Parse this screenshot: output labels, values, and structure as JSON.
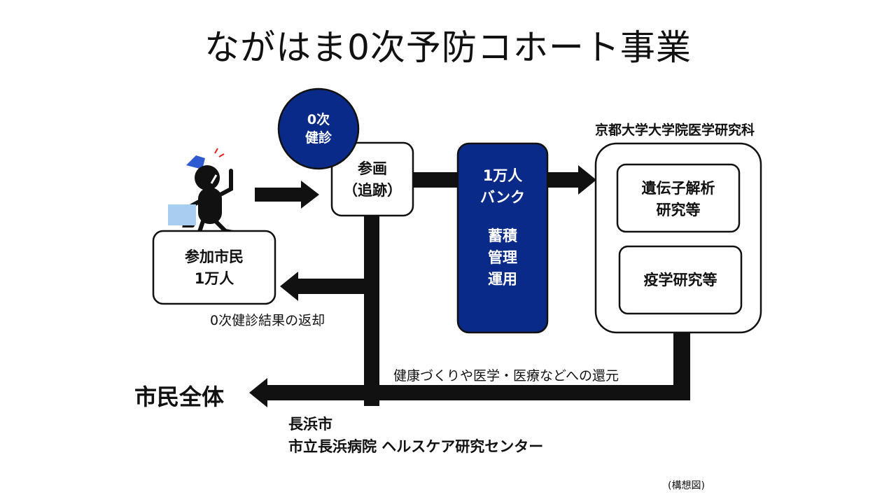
{
  "title": "ながはま0次予防コホート事業",
  "badge": {
    "line1": "0次",
    "line2": "健診"
  },
  "sanka": {
    "line1": "参画",
    "line2": "（追跡）"
  },
  "citizens": {
    "line1": "参加市民",
    "line2": "1万人"
  },
  "bank": {
    "line1": "1万人",
    "line2": "バンク",
    "line3": "蓄積",
    "line4": "管理",
    "line5": "運用"
  },
  "kyoto": {
    "heading": "京都大学大学院医学研究科",
    "item1_line1": "遺伝子解析",
    "item1_line2": "研究等",
    "item2": "疫学研究等"
  },
  "return_label": "0次健診結果の返却",
  "contribution_label": "健康づくりや医学・医療などへの還元",
  "whole_city": "市民全体",
  "org": {
    "line1": "長浜市",
    "line2": "市立長浜病院  ヘルスケア研究センター"
  },
  "note": "(構想図)",
  "colors": {
    "navy": "#0a2a8a",
    "black": "#111111",
    "figure_accent": "#2f5bd0",
    "bag": "#a9cdf0"
  },
  "icons": [
    "walking-person-figure-icon",
    "arrow-right-icon",
    "arrow-left-icon"
  ]
}
